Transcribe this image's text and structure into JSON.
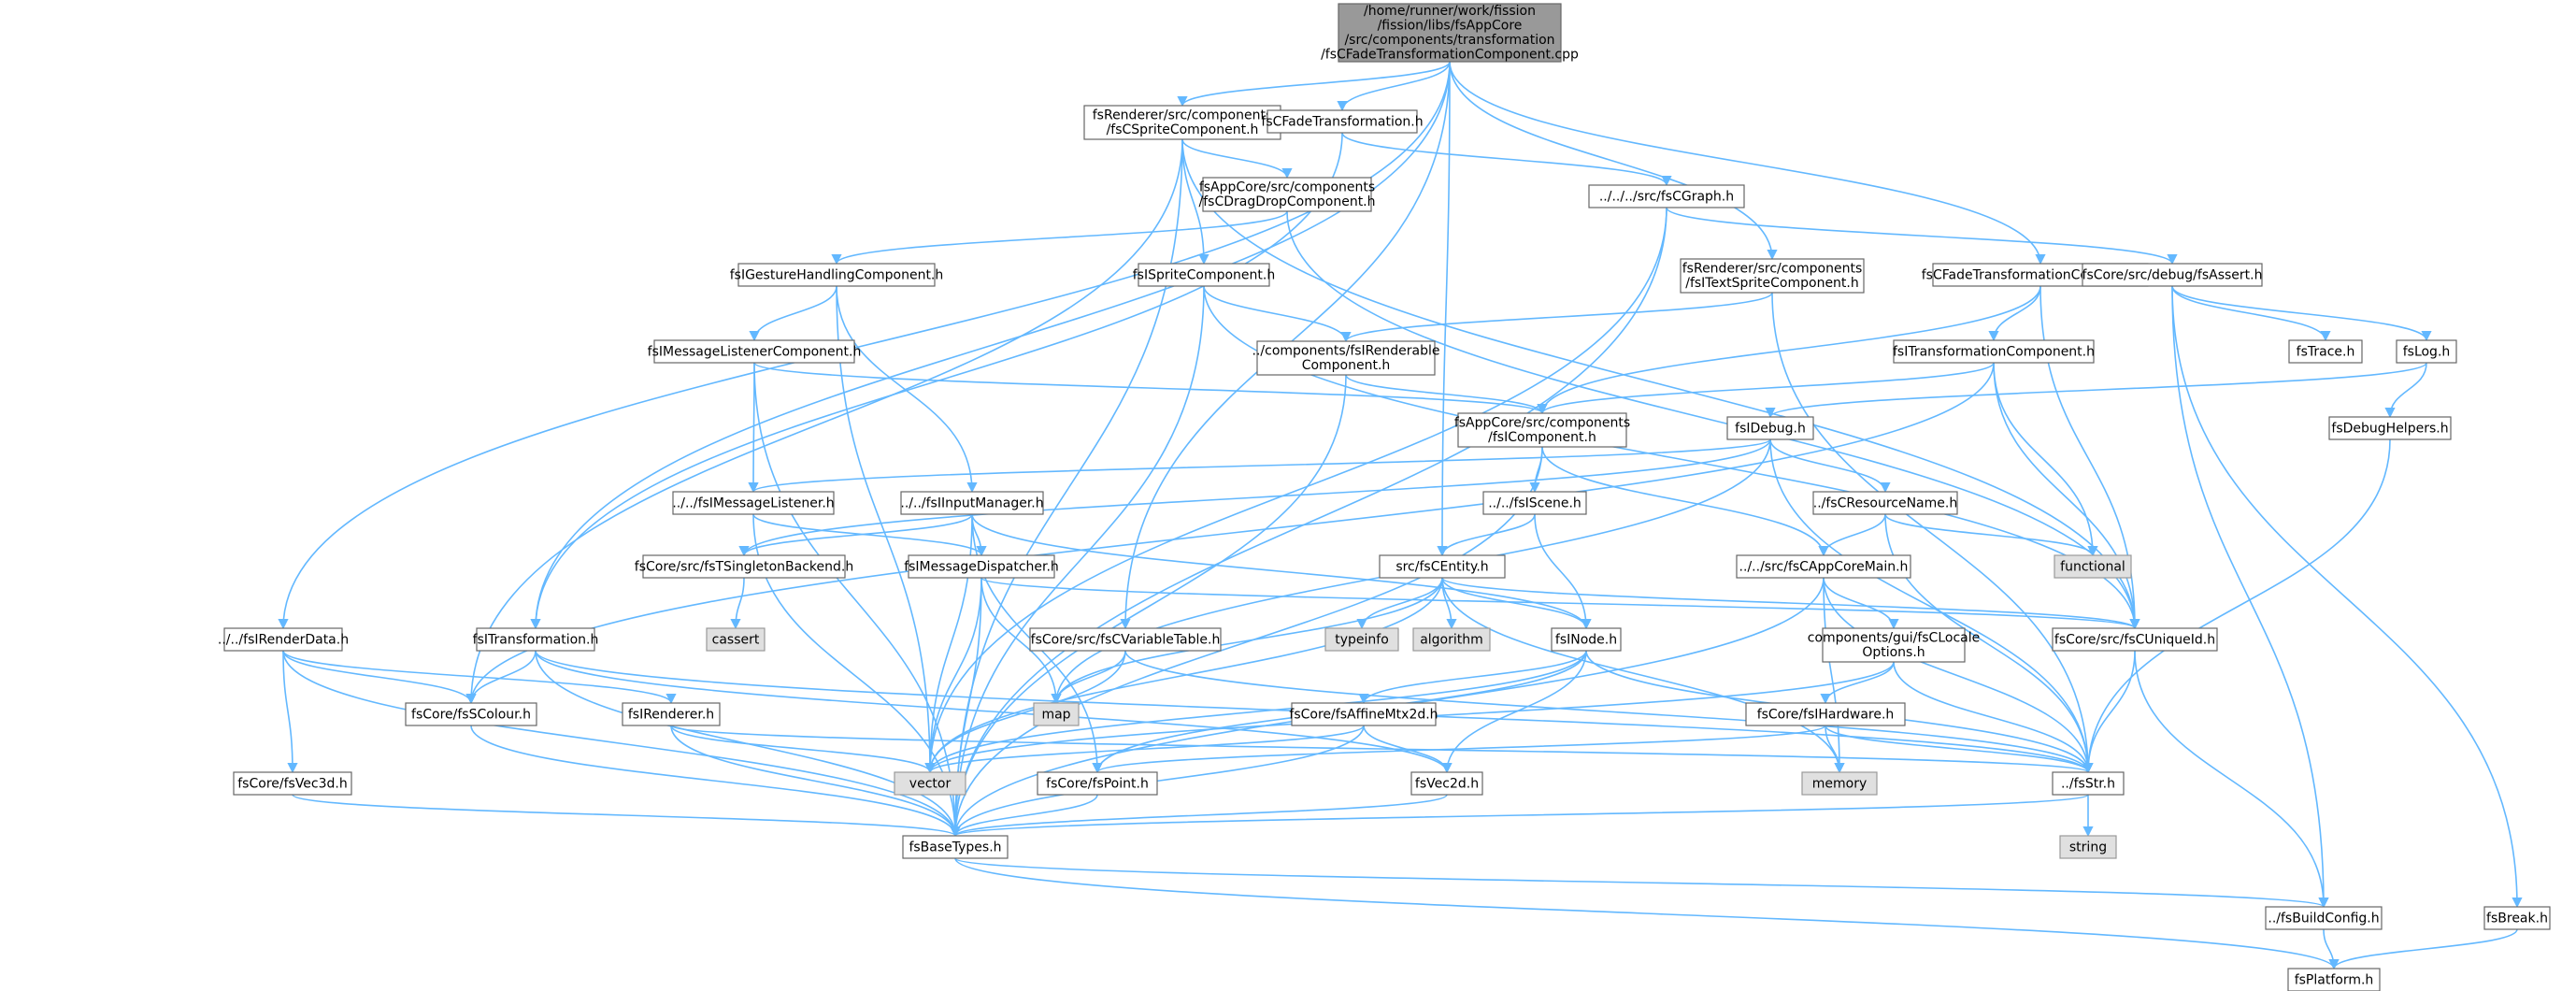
{
  "colors": {
    "edge": "#63b8ff",
    "node_border": "#666666",
    "node_fill": "#ffffff",
    "external_fill": "#e0e0e0",
    "root_fill": "#999999"
  },
  "nodes": [
    {
      "id": "root",
      "kind": "root",
      "lines": [
        "/home/runner/work/fission",
        "/fission/libs/fsAppCore",
        "/src/components/transformation",
        "/fsCFadeTransformationComponent.cpp"
      ]
    },
    {
      "id": "spritecomp",
      "lines": [
        "fsRenderer/src/components",
        "/fsCSpriteComponent.h"
      ]
    },
    {
      "id": "fadetrans",
      "lines": [
        "fsCFadeTransformation.h"
      ]
    },
    {
      "id": "dragdrop",
      "lines": [
        "fsAppCore/src/components",
        "/fsCDragDropComponent.h"
      ]
    },
    {
      "id": "cgraph",
      "lines": [
        "../../../src/fsCGraph.h"
      ]
    },
    {
      "id": "textsprite",
      "lines": [
        "fsRenderer/src/components",
        "/fsITextSpriteComponent.h"
      ]
    },
    {
      "id": "fadetranscomp",
      "lines": [
        "fsCFadeTransformationComponent.h"
      ]
    },
    {
      "id": "assert",
      "lines": [
        "fsCore/src/debug/fsAssert.h"
      ]
    },
    {
      "id": "gesture",
      "lines": [
        "fsIGestureHandlingComponent.h"
      ]
    },
    {
      "id": "ispritecomp",
      "lines": [
        "fsISpriteComponent.h"
      ]
    },
    {
      "id": "msglistcomp",
      "lines": [
        "fsIMessageListenerComponent.h"
      ]
    },
    {
      "id": "renderable",
      "lines": [
        "../components/fsIRenderable",
        "Component.h"
      ]
    },
    {
      "id": "itranscomp",
      "lines": [
        "fsITransformationComponent.h"
      ]
    },
    {
      "id": "trace",
      "lines": [
        "fsTrace.h"
      ]
    },
    {
      "id": "log",
      "lines": [
        "fsLog.h"
      ]
    },
    {
      "id": "icomponent",
      "lines": [
        "fsAppCore/src/components",
        "/fsIComponent.h"
      ]
    },
    {
      "id": "idebug",
      "lines": [
        "fsIDebug.h"
      ]
    },
    {
      "id": "debughelpers",
      "lines": [
        "fsDebugHelpers.h"
      ]
    },
    {
      "id": "msglistener",
      "lines": [
        "../../fsIMessageListener.h"
      ]
    },
    {
      "id": "inputmgr",
      "lines": [
        "../../fsIInputManager.h"
      ]
    },
    {
      "id": "iscene",
      "lines": [
        "../../fsIScene.h"
      ]
    },
    {
      "id": "resname",
      "lines": [
        "../fsCResourceName.h"
      ]
    },
    {
      "id": "functional",
      "kind": "ext",
      "lines": [
        "functional"
      ]
    },
    {
      "id": "singleton",
      "lines": [
        "fsCore/src/fsTSingletonBackend.h"
      ]
    },
    {
      "id": "msgdisp",
      "lines": [
        "fsIMessageDispatcher.h"
      ]
    },
    {
      "id": "centity",
      "lines": [
        "src/fsCEntity.h"
      ]
    },
    {
      "id": "appcoremain",
      "lines": [
        "../../src/fsCAppCoreMain.h"
      ]
    },
    {
      "id": "cassert",
      "kind": "ext",
      "lines": [
        "cassert"
      ]
    },
    {
      "id": "renderdata",
      "lines": [
        "../../fsIRenderData.h"
      ]
    },
    {
      "id": "itransformation",
      "lines": [
        "fsITransformation.h"
      ]
    },
    {
      "id": "vartable",
      "lines": [
        "fsCore/src/fsCVariableTable.h"
      ]
    },
    {
      "id": "typeinfo",
      "kind": "ext",
      "lines": [
        "typeinfo"
      ]
    },
    {
      "id": "algorithm",
      "kind": "ext",
      "lines": [
        "algorithm"
      ]
    },
    {
      "id": "inode",
      "lines": [
        "fsINode.h"
      ]
    },
    {
      "id": "locale",
      "lines": [
        "components/gui/fsCLocale",
        "Options.h"
      ]
    },
    {
      "id": "uniqueid",
      "lines": [
        "fsCore/src/fsCUniqueId.h"
      ]
    },
    {
      "id": "map",
      "kind": "ext",
      "lines": [
        "map"
      ]
    },
    {
      "id": "affine",
      "lines": [
        "fsCore/fsAffineMtx2d.h"
      ]
    },
    {
      "id": "hardware",
      "lines": [
        "fsCore/fsIHardware.h"
      ]
    },
    {
      "id": "colour",
      "lines": [
        "fsCore/fsSColour.h"
      ]
    },
    {
      "id": "irenderer",
      "lines": [
        "fsIRenderer.h"
      ]
    },
    {
      "id": "vec3d",
      "lines": [
        "fsCore/fsVec3d.h"
      ]
    },
    {
      "id": "vector",
      "kind": "ext",
      "lines": [
        "vector"
      ]
    },
    {
      "id": "point",
      "lines": [
        "fsCore/fsPoint.h"
      ]
    },
    {
      "id": "vec2d",
      "lines": [
        "fsVec2d.h"
      ]
    },
    {
      "id": "memory",
      "kind": "ext",
      "lines": [
        "memory"
      ]
    },
    {
      "id": "str",
      "lines": [
        "../fsStr.h"
      ]
    },
    {
      "id": "basetypes",
      "lines": [
        "fsBaseTypes.h"
      ]
    },
    {
      "id": "string",
      "kind": "ext",
      "lines": [
        "string"
      ]
    },
    {
      "id": "buildconfig",
      "lines": [
        "../fsBuildConfig.h"
      ]
    },
    {
      "id": "break",
      "lines": [
        "fsBreak.h"
      ]
    },
    {
      "id": "platform",
      "lines": [
        "fsPlatform.h"
      ]
    }
  ],
  "edges": [
    [
      "root",
      "spritecomp"
    ],
    [
      "root",
      "fadetrans"
    ],
    [
      "root",
      "textsprite"
    ],
    [
      "root",
      "fadetranscomp"
    ],
    [
      "root",
      "itransformation"
    ],
    [
      "root",
      "renderdata"
    ],
    [
      "root",
      "vartable"
    ],
    [
      "root",
      "centity"
    ],
    [
      "spritecomp",
      "dragdrop"
    ],
    [
      "spritecomp",
      "ispritecomp"
    ],
    [
      "spritecomp",
      "basetypes"
    ],
    [
      "spritecomp",
      "colour"
    ],
    [
      "spritecomp",
      "uniqueid"
    ],
    [
      "fadetrans",
      "cgraph"
    ],
    [
      "fadetrans",
      "itransformation"
    ],
    [
      "dragdrop",
      "gesture"
    ],
    [
      "dragdrop",
      "uniqueid"
    ],
    [
      "cgraph",
      "assert"
    ],
    [
      "cgraph",
      "vector"
    ],
    [
      "cgraph",
      "basetypes"
    ],
    [
      "textsprite",
      "renderable"
    ],
    [
      "textsprite",
      "str"
    ],
    [
      "fadetranscomp",
      "itranscomp"
    ],
    [
      "fadetranscomp",
      "icomponent"
    ],
    [
      "fadetranscomp",
      "uniqueid"
    ],
    [
      "assert",
      "trace"
    ],
    [
      "assert",
      "log"
    ],
    [
      "assert",
      "break"
    ],
    [
      "assert",
      "buildconfig"
    ],
    [
      "gesture",
      "msglistcomp"
    ],
    [
      "gesture",
      "inputmgr"
    ],
    [
      "gesture",
      "vector"
    ],
    [
      "ispritecomp",
      "renderable"
    ],
    [
      "ispritecomp",
      "basetypes"
    ],
    [
      "ispritecomp",
      "uniqueid"
    ],
    [
      "msglistcomp",
      "icomponent"
    ],
    [
      "msglistcomp",
      "msglistener"
    ],
    [
      "msglistcomp",
      "basetypes"
    ],
    [
      "renderable",
      "icomponent"
    ],
    [
      "renderable",
      "basetypes"
    ],
    [
      "itranscomp",
      "icomponent"
    ],
    [
      "itranscomp",
      "functional"
    ],
    [
      "itranscomp",
      "uniqueid"
    ],
    [
      "itranscomp",
      "colour"
    ],
    [
      "log",
      "idebug"
    ],
    [
      "log",
      "debughelpers"
    ],
    [
      "icomponent",
      "iscene"
    ],
    [
      "icomponent",
      "appcoremain"
    ],
    [
      "icomponent",
      "basetypes"
    ],
    [
      "idebug",
      "msglistener"
    ],
    [
      "idebug",
      "singleton"
    ],
    [
      "idebug",
      "resname"
    ],
    [
      "idebug",
      "map"
    ],
    [
      "idebug",
      "str"
    ],
    [
      "debughelpers",
      "str"
    ],
    [
      "msglistener",
      "msgdisp"
    ],
    [
      "msglistener",
      "basetypes"
    ],
    [
      "inputmgr",
      "singleton"
    ],
    [
      "inputmgr",
      "msgdisp"
    ],
    [
      "inputmgr",
      "inode"
    ],
    [
      "inputmgr",
      "point"
    ],
    [
      "inputmgr",
      "vector"
    ],
    [
      "iscene",
      "centity"
    ],
    [
      "iscene",
      "inode"
    ],
    [
      "resname",
      "appcoremain"
    ],
    [
      "resname",
      "functional"
    ],
    [
      "resname",
      "str"
    ],
    [
      "singleton",
      "cassert"
    ],
    [
      "msgdisp",
      "map"
    ],
    [
      "msgdisp",
      "vector"
    ],
    [
      "msgdisp",
      "uniqueid"
    ],
    [
      "msgdisp",
      "basetypes"
    ],
    [
      "centity",
      "typeinfo"
    ],
    [
      "centity",
      "algorithm"
    ],
    [
      "centity",
      "inode"
    ],
    [
      "centity",
      "map"
    ],
    [
      "centity",
      "vector"
    ],
    [
      "centity",
      "memory"
    ],
    [
      "centity",
      "uniqueid"
    ],
    [
      "appcoremain",
      "locale"
    ],
    [
      "appcoremain",
      "memory"
    ],
    [
      "appcoremain",
      "str"
    ],
    [
      "appcoremain",
      "basetypes"
    ],
    [
      "renderdata",
      "colour"
    ],
    [
      "renderdata",
      "irenderer"
    ],
    [
      "renderdata",
      "vec3d"
    ],
    [
      "renderdata",
      "basetypes"
    ],
    [
      "itransformation",
      "colour"
    ],
    [
      "itransformation",
      "vec2d"
    ],
    [
      "itransformation",
      "str"
    ],
    [
      "itransformation",
      "basetypes"
    ],
    [
      "vartable",
      "map"
    ],
    [
      "vartable",
      "vector"
    ],
    [
      "vartable",
      "str"
    ],
    [
      "inode",
      "affine"
    ],
    [
      "inode",
      "vec2d"
    ],
    [
      "inode",
      "vector"
    ],
    [
      "inode",
      "point"
    ],
    [
      "inode",
      "str"
    ],
    [
      "locale",
      "hardware"
    ],
    [
      "locale",
      "str"
    ],
    [
      "locale",
      "vector"
    ],
    [
      "uniqueid",
      "str"
    ],
    [
      "uniqueid",
      "buildconfig"
    ],
    [
      "affine",
      "vec2d"
    ],
    [
      "affine",
      "vector"
    ],
    [
      "affine",
      "basetypes"
    ],
    [
      "hardware",
      "memory"
    ],
    [
      "hardware",
      "str"
    ],
    [
      "hardware",
      "point"
    ],
    [
      "colour",
      "basetypes"
    ],
    [
      "irenderer",
      "vector"
    ],
    [
      "irenderer",
      "str"
    ],
    [
      "irenderer",
      "basetypes"
    ],
    [
      "vec3d",
      "basetypes"
    ],
    [
      "point",
      "basetypes"
    ],
    [
      "vec2d",
      "basetypes"
    ],
    [
      "str",
      "basetypes"
    ],
    [
      "str",
      "string"
    ],
    [
      "basetypes",
      "buildconfig"
    ],
    [
      "basetypes",
      "platform"
    ],
    [
      "buildconfig",
      "platform"
    ],
    [
      "break",
      "platform"
    ]
  ]
}
